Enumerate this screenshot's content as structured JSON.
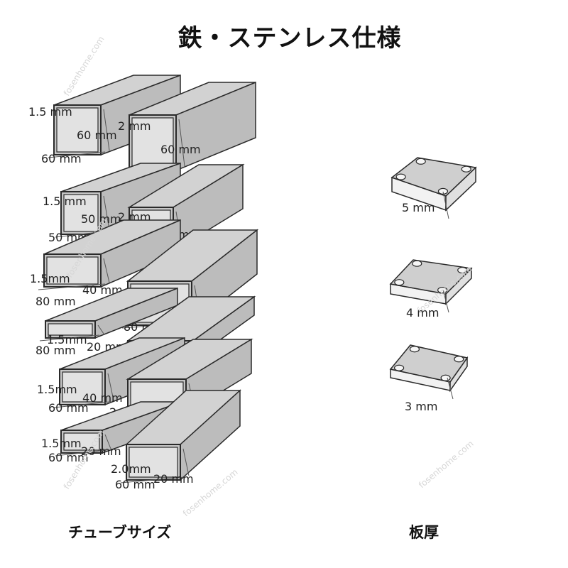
{
  "title": "鉄・ステンレス仕様",
  "captions": {
    "tube_sizes": "チューブサイズ",
    "plate_thickness": "板厚"
  },
  "watermark": "fosenhome.com",
  "colors": {
    "face_top": "#d2d2d2",
    "face_side": "#bcbcbc",
    "face_front": "#c6c6c6",
    "inner": "#e2e2e2",
    "edge": "#2a2a2a",
    "plate_top": "#cfcfcf",
    "plate_front": "#f2f2f2",
    "hole": "#f6f6f6"
  },
  "tubes": [
    {
      "id": "tube-1",
      "labels": [
        "1.5 mm",
        "60 mm",
        "60 mm"
      ]
    },
    {
      "id": "tube-2",
      "labels": [
        "2 mm",
        "60 mm",
        "60 mm"
      ]
    },
    {
      "id": "tube-3",
      "labels": [
        "1.5 mm",
        "50 mm",
        "50 mm"
      ]
    },
    {
      "id": "tube-4",
      "labels": [
        "2 mm",
        "50 mm",
        "50 mm"
      ]
    },
    {
      "id": "tube-5",
      "labels": [
        "1.5mm",
        "40 mm",
        "80 mm"
      ]
    },
    {
      "id": "tube-6",
      "labels": [
        "2 mm",
        "40 mm",
        "80 mm"
      ]
    },
    {
      "id": "tube-7",
      "labels": [
        "1.5mm",
        "20 mm",
        "80 mm"
      ]
    },
    {
      "id": "tube-8",
      "labels": [
        "2 mm",
        "20 mm",
        "80 mm"
      ]
    },
    {
      "id": "tube-9",
      "labels": [
        "1.5mm",
        "40 mm",
        "60 mm"
      ]
    },
    {
      "id": "tube-10",
      "labels": [
        "2.0mm",
        "40 mm",
        "60 mm"
      ]
    },
    {
      "id": "tube-11",
      "labels": [
        "1.5mm",
        "20 mm",
        "60 mm"
      ]
    },
    {
      "id": "tube-12",
      "labels": [
        "2.0mm",
        "20 mm",
        "60 mm"
      ]
    }
  ],
  "plates": [
    {
      "id": "plate-5",
      "label": "5 mm"
    },
    {
      "id": "plate-4",
      "label": "4 mm"
    },
    {
      "id": "plate-3",
      "label": "3 mm"
    }
  ]
}
